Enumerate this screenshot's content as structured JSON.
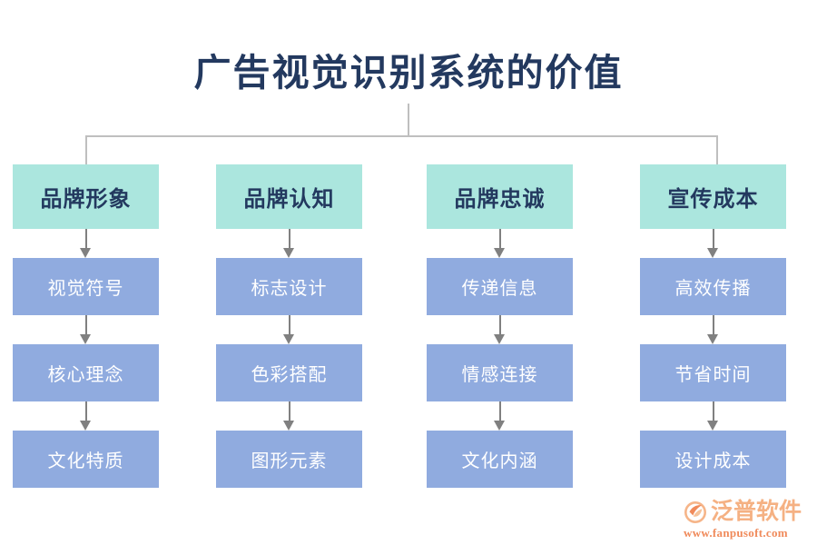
{
  "diagram": {
    "title": "广告视觉识别系统的价值",
    "title_color": "#23395F",
    "header_fill": "#ABE6DE",
    "node_fill": "#90ABDF",
    "node_text_color": "#FFFFFF",
    "connector_color": "#BFBFBF",
    "arrow_color": "#808080",
    "columns": [
      {
        "header": "品牌形象",
        "nodes": [
          "视觉符号",
          "核心理念",
          "文化特质"
        ]
      },
      {
        "header": "品牌认知",
        "nodes": [
          "标志设计",
          "色彩搭配",
          "图形元素"
        ]
      },
      {
        "header": "品牌忠诚",
        "nodes": [
          "传递信息",
          "情感连接",
          "文化内涵"
        ]
      },
      {
        "header": "宣传成本",
        "nodes": [
          "高效传播",
          "节省时间",
          "设计成本"
        ]
      }
    ]
  },
  "watermark": {
    "brand": "泛普软件",
    "url": "www.fanpusoft.com",
    "brand_color": "#F5B183",
    "url_color": "#F08A5A"
  }
}
